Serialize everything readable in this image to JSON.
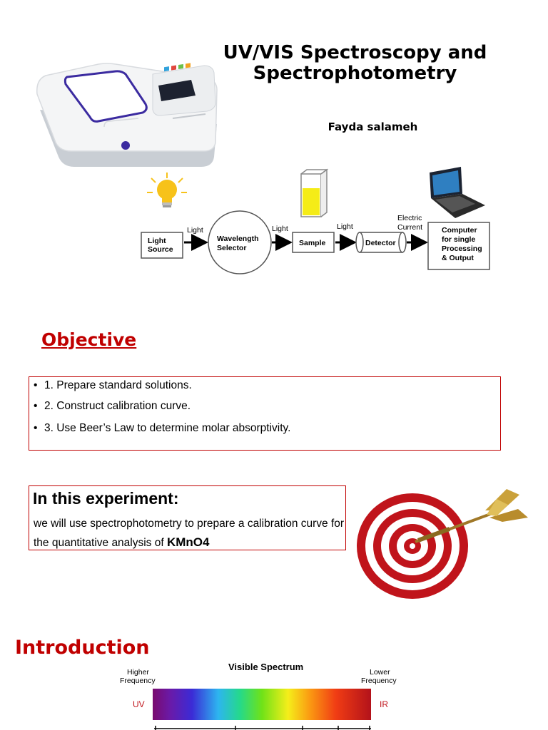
{
  "title": "UV/VIS Spectroscopy and Spectrophotometry",
  "author": "Fayda salameh",
  "diagram": {
    "labels": {
      "light_source": [
        "Light",
        "Source"
      ],
      "wavelength_selector": [
        "Wavelength",
        "Selector"
      ],
      "sample": "Sample",
      "detector": "Detector",
      "computer": [
        "Computer",
        "for single",
        "Processing",
        "& Output"
      ],
      "light_1": "Light",
      "light_2": "Light",
      "light_3": "Light",
      "electric_current": [
        "Electric",
        "Current"
      ]
    }
  },
  "objective": {
    "heading": "Objective",
    "items": [
      "1. Prepare standard solutions.",
      "2. Construct calibration curve.",
      "3. Use Beer’s Law to determine molar absorptivity."
    ],
    "bullet": "•"
  },
  "experiment": {
    "heading": "In this experiment:",
    "text": "we will use spectrophotometry to prepare a calibration curve for the quantitative analysis of ",
    "compound": "KMnO4"
  },
  "introduction": {
    "heading": "Introduction"
  },
  "spectrum": {
    "title": "Visible Spectrum",
    "higher": [
      "Higher",
      "Frequency"
    ],
    "lower": [
      "Lower",
      "Frequency"
    ],
    "uv": "UV",
    "ir": "IR"
  },
  "colors": {
    "accent_red": "#c00000",
    "device_purple": "#3b2ba0",
    "bulb_yellow": "#f7c21a",
    "sample_yellow": "#f5ec17"
  }
}
